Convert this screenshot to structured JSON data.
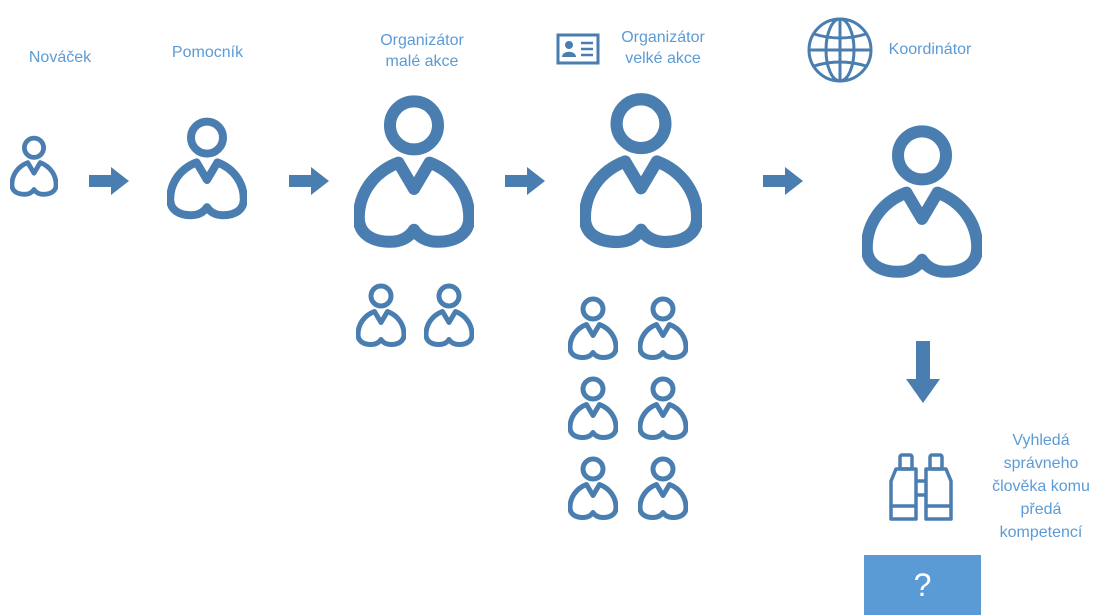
{
  "stages": [
    {
      "label": "Nováček"
    },
    {
      "label": "Pomocník"
    },
    {
      "label_lines": [
        "Organizátor",
        "malé akce"
      ]
    },
    {
      "label_lines": [
        "Organizátor",
        "velké akce"
      ]
    },
    {
      "label": "Koordinátor"
    }
  ],
  "search_note_lines": [
    "Vyhledá",
    "správneho",
    "člověka komu",
    "předá",
    "kompetencí"
  ],
  "unknown_box": "?",
  "icons": {
    "person": "person-icon",
    "badge": "id-card-icon",
    "globe": "globe-icon",
    "binoculars": "binoculars-icon",
    "arrow_right": "arrow-right-icon",
    "arrow_down": "arrow-down-icon"
  },
  "colors": {
    "accent": "#5b9bd5",
    "stroke": "#4a7eb0"
  }
}
